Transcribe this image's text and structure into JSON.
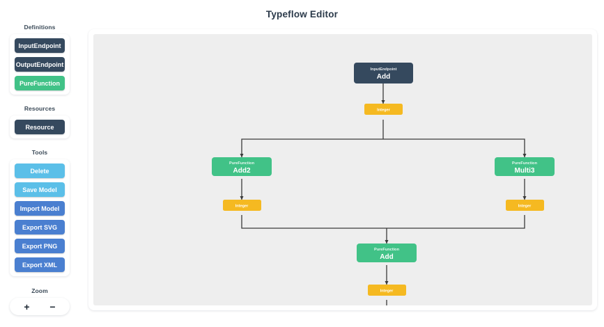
{
  "header": {
    "title": "Typeflow Editor"
  },
  "sidebar": {
    "sections": [
      {
        "label": "Definitions",
        "items": [
          {
            "label": "InputEndpoint",
            "style": "dark"
          },
          {
            "label": "OutputEndpoint",
            "style": "dark"
          },
          {
            "label": "PureFunction",
            "style": "green"
          }
        ]
      },
      {
        "label": "Resources",
        "items": [
          {
            "label": "Resource",
            "style": "dark"
          }
        ]
      },
      {
        "label": "Tools",
        "items": [
          {
            "label": "Delete",
            "style": "cyan"
          },
          {
            "label": "Save Model",
            "style": "cyan"
          },
          {
            "label": "Import Model",
            "style": "blue"
          },
          {
            "label": "Export SVG",
            "style": "blue"
          },
          {
            "label": "Export PNG",
            "style": "blue"
          },
          {
            "label": "Export XML",
            "style": "blue"
          }
        ]
      }
    ],
    "zoom": {
      "label": "Zoom",
      "zoom_in": "+",
      "zoom_out": "−"
    }
  },
  "canvas": {
    "nodes": [
      {
        "id": "n1",
        "type": "InputEndpoint",
        "name": "Add",
        "color": "#35495e"
      },
      {
        "id": "n2",
        "type": "PureFunction",
        "name": "Add2",
        "color": "#41c287"
      },
      {
        "id": "n3",
        "type": "PureFunction",
        "name": "Multi3",
        "color": "#41c287"
      },
      {
        "id": "n4",
        "type": "PureFunction",
        "name": "Add",
        "color": "#41c287"
      }
    ],
    "ports": [
      {
        "id": "p1",
        "label": "Integer",
        "color": "#f5b921"
      },
      {
        "id": "p2",
        "label": "Integer",
        "color": "#f5b921"
      },
      {
        "id": "p3",
        "label": "Integer",
        "color": "#f5b921"
      },
      {
        "id": "p4",
        "label": "Integer",
        "color": "#f5b921"
      }
    ],
    "colors": {
      "background": "#eeeeee",
      "edge": "#3a3a3a",
      "node_dark": "#35495e",
      "node_green": "#41c287",
      "port_amber": "#f5b921"
    }
  }
}
